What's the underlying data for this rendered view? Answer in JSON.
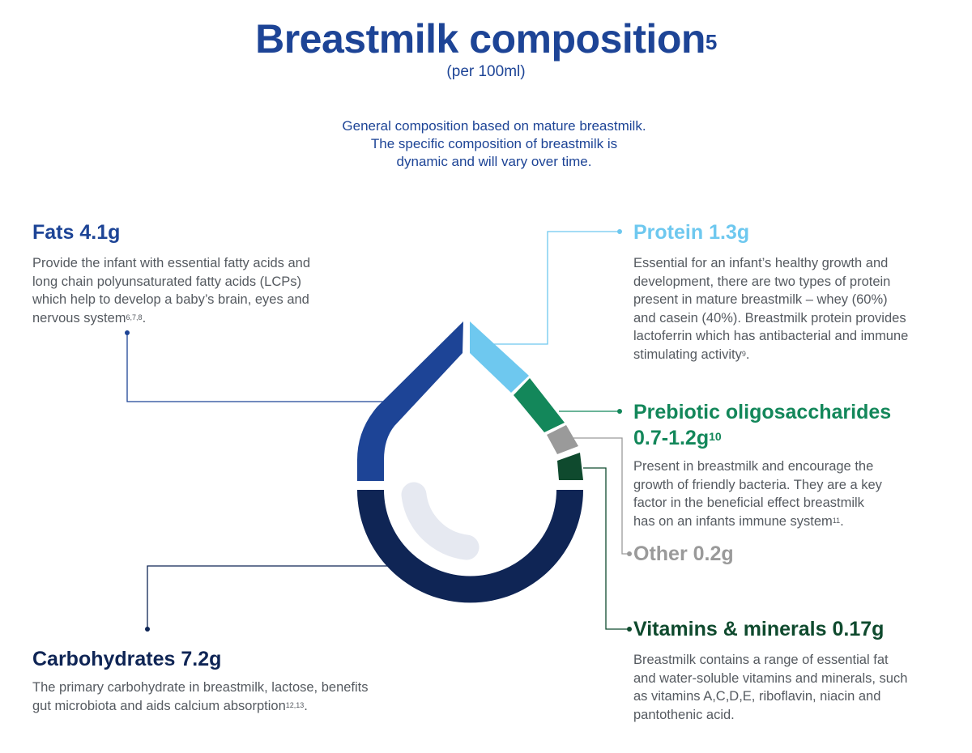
{
  "title": "Breastmilk composition",
  "title_sup": "5",
  "subtitle": "(per 100ml)",
  "intro": [
    "General composition based on mature breastmilk.",
    "The specific composition of breastmilk is",
    "dynamic and will vary over time."
  ],
  "colors": {
    "fats": "#1d4496",
    "protein": "#6ec8ef",
    "prebiotic": "#13875a",
    "other": "#9a9a9a",
    "vitamins": "#0f4a2e",
    "carbohydrates": "#0f2555",
    "highlight": "#e6e9f1"
  },
  "components": {
    "fats": {
      "heading": "Fats 4.1g",
      "lines": [
        "Provide the infant with essential fatty acids and",
        "long chain polyunsaturated fatty acids (LCPs)",
        "which help to develop a baby’s brain, eyes and"
      ],
      "last_line": "nervous system",
      "ref": "6,7,8",
      "end": "."
    },
    "protein": {
      "heading": "Protein 1.3g",
      "lines": [
        "Essential for an infant’s healthy growth and",
        "development, there are two types of protein",
        "present in mature breastmilk – whey (60%)",
        "and casein (40%). Breastmilk protein provides",
        "lactoferrin which has antibacterial and immune"
      ],
      "last_line": "stimulating activity",
      "ref": "9",
      "end": "."
    },
    "prebiotic": {
      "heading_line1": "Prebiotic oligosaccharides",
      "heading_line2": "0.7-1.2g",
      "heading_ref": "10",
      "lines": [
        "Present in breastmilk and encourage the",
        "growth of friendly bacteria. They are a key",
        "factor in the beneficial effect breastmilk"
      ],
      "last_line": "has on an infants immune system",
      "ref": "11",
      "end": "."
    },
    "other": {
      "heading": "Other 0.2g"
    },
    "vitamins": {
      "heading": "Vitamins & minerals 0.17g",
      "lines": [
        "Breastmilk contains a range of essential fat",
        "and water-soluble vitamins and minerals, such",
        "as vitamins A,C,D,E, riboflavin, niacin and",
        "pantothenic acid."
      ]
    },
    "carbohydrates": {
      "heading": "Carbohydrates 7.2g",
      "lines": [
        "The primary carbohydrate in breastmilk, lactose, benefits"
      ],
      "last_line": "gut microbiota and aids calcium absorption",
      "ref": "12,13",
      "end": "."
    }
  }
}
